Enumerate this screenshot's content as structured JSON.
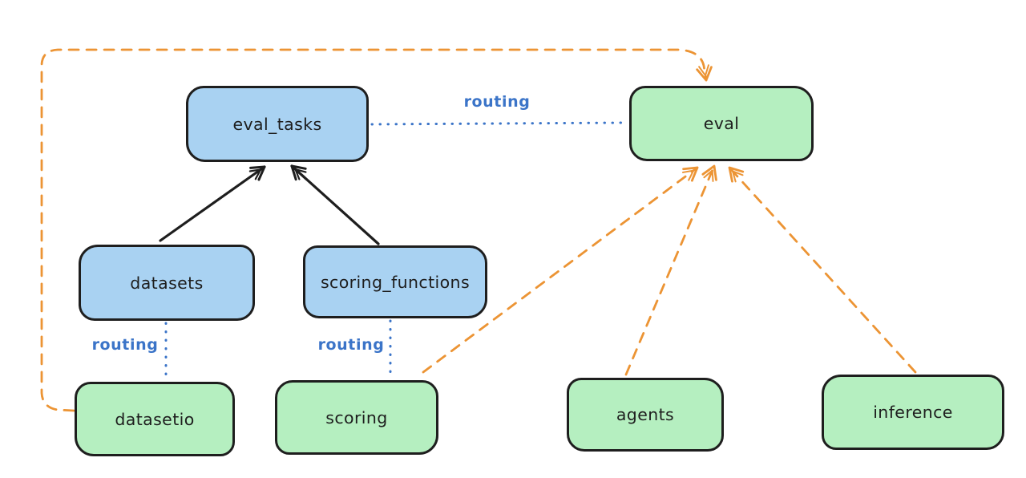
{
  "diagram": {
    "title": "",
    "background": "#ffffff",
    "colors": {
      "node_stroke": "#1e1e1e",
      "resource_fill_blue": "#a9d2f2",
      "api_fill_green": "#b5efc0",
      "routing_blue": "#3b74c8",
      "dependency_orange": "#ec9434",
      "solid_arrow_black": "#1e1e1e"
    },
    "nodes": [
      {
        "id": "eval_tasks",
        "label": "eval_tasks",
        "fill": "#a9d2f2"
      },
      {
        "id": "eval",
        "label": "eval",
        "fill": "#b5efc0"
      },
      {
        "id": "datasets",
        "label": "datasets",
        "fill": "#a9d2f2"
      },
      {
        "id": "scoring_functions",
        "label": "scoring_functions",
        "fill": "#a9d2f2"
      },
      {
        "id": "datasetio",
        "label": "datasetio",
        "fill": "#b5efc0"
      },
      {
        "id": "scoring",
        "label": "scoring",
        "fill": "#b5efc0"
      },
      {
        "id": "agents",
        "label": "agents",
        "fill": "#b5efc0"
      },
      {
        "id": "inference",
        "label": "inference",
        "fill": "#b5efc0"
      }
    ],
    "edges": [
      {
        "from": "datasets",
        "to": "eval_tasks",
        "style": "solid-arrow",
        "color": "#1e1e1e",
        "label": ""
      },
      {
        "from": "scoring_functions",
        "to": "eval_tasks",
        "style": "solid-arrow",
        "color": "#1e1e1e",
        "label": ""
      },
      {
        "from": "eval_tasks",
        "to": "eval",
        "style": "dotted-line",
        "color": "#3b74c8",
        "label": "routing"
      },
      {
        "from": "datasets",
        "to": "datasetio",
        "style": "dotted-line",
        "color": "#3b74c8",
        "label": "routing"
      },
      {
        "from": "scoring_functions",
        "to": "scoring",
        "style": "dotted-line",
        "color": "#3b74c8",
        "label": "routing"
      },
      {
        "from": "scoring",
        "to": "eval",
        "style": "dashed-arrow",
        "color": "#ec9434",
        "label": ""
      },
      {
        "from": "agents",
        "to": "eval",
        "style": "dashed-arrow",
        "color": "#ec9434",
        "label": ""
      },
      {
        "from": "inference",
        "to": "eval",
        "style": "dashed-arrow",
        "color": "#ec9434",
        "label": ""
      },
      {
        "from": "datasetio",
        "to": "eval",
        "style": "dashed-arrow",
        "color": "#ec9434",
        "label": ""
      }
    ]
  }
}
